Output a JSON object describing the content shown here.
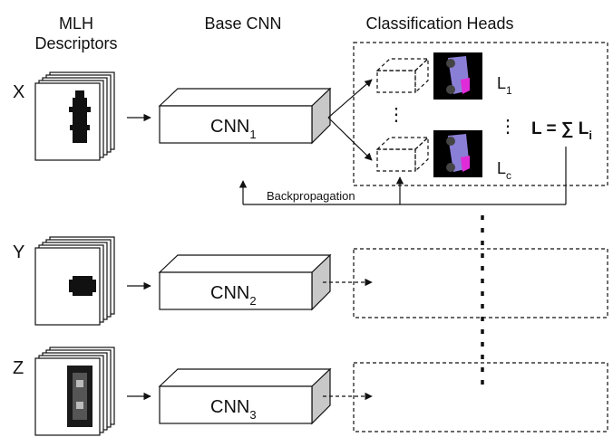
{
  "headers": {
    "descriptors_line1": "MLH",
    "descriptors_line2": "Descriptors",
    "base_cnn": "Base CNN",
    "classification_heads": "Classification Heads"
  },
  "rows": [
    {
      "axis": "X",
      "cnn_base": "CNN",
      "cnn_sub": "1"
    },
    {
      "axis": "Y",
      "cnn_base": "CNN",
      "cnn_sub": "2"
    },
    {
      "axis": "Z",
      "cnn_base": "CNN",
      "cnn_sub": "3"
    }
  ],
  "heads": {
    "top_loss_base": "L",
    "top_loss_sub": "1",
    "bottom_loss_base": "L",
    "bottom_loss_sub": "c",
    "total_loss_base": "L = ∑ L",
    "total_loss_sub": "i",
    "vdots": "⋮"
  },
  "backprop_label": "Backpropagation",
  "colors": {
    "stroke": "#111111",
    "box_side": "#c8c8c8",
    "thumb_bg": "#000000",
    "thumb_accent": "#8a7fd6",
    "thumb_highlight": "#e02bd8"
  }
}
